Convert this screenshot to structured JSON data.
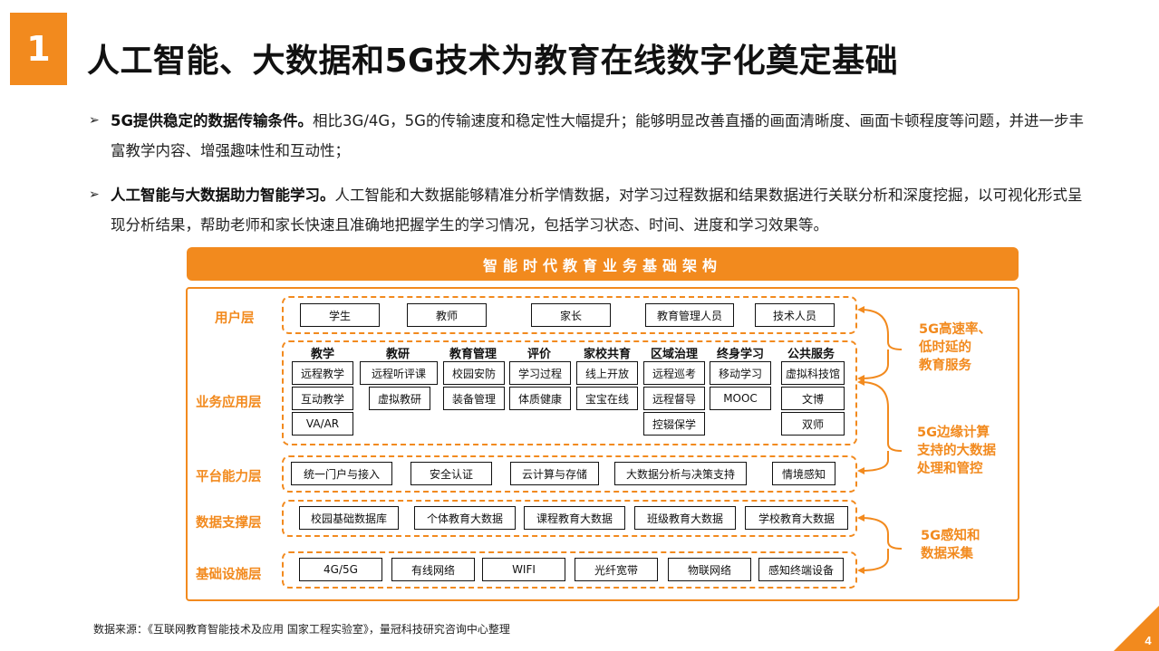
{
  "section_number": "1",
  "title": "人工智能、大数据和5G技术为教育在线数字化奠定基础",
  "bullets": [
    {
      "bold": "5G提供稳定的数据传输条件。",
      "text": "相比3G/4G，5G的传输速度和稳定性大幅提升；能够明显改善直播的画面清晰度、画面卡顿程度等问题，并进一步丰富教学内容、增强趣味性和互动性；"
    },
    {
      "bold": "人工智能与大数据助力智能学习。",
      "text": "人工智能和大数据能够精准分析学情数据，对学习过程数据和结果数据进行关联分析和深度挖掘，以可视化形式呈现分析结果，帮助老师和家长快速且准确地把握学生的学习情况，包括学习状态、时间、进度和学习效果等。"
    }
  ],
  "architecture": {
    "header": "智能时代教育业务基础架构",
    "layers": {
      "user": {
        "label": "用户层",
        "items": [
          "学生",
          "教师",
          "家长",
          "教育管理人员",
          "技术人员"
        ]
      },
      "business": {
        "label": "业务应用层",
        "columns": [
          {
            "head": "教学",
            "items": [
              "远程教学",
              "互动教学",
              "VA/AR"
            ]
          },
          {
            "head": "教研",
            "items": [
              "远程听评课",
              "虚拟教研"
            ]
          },
          {
            "head": "教育管理",
            "items": [
              "校园安防",
              "装备管理"
            ]
          },
          {
            "head": "评价",
            "items": [
              "学习过程",
              "体质健康"
            ]
          },
          {
            "head": "家校共育",
            "items": [
              "线上开放",
              "宝宝在线"
            ]
          },
          {
            "head": "区域治理",
            "items": [
              "远程巡考",
              "远程督导",
              "控辍保学"
            ]
          },
          {
            "head": "终身学习",
            "items": [
              "移动学习",
              "MOOC"
            ]
          },
          {
            "head": "公共服务",
            "items": [
              "虚拟科技馆",
              "文博",
              "双师"
            ]
          }
        ]
      },
      "platform": {
        "label": "平台能力层",
        "items": [
          "统一门户与接入",
          "安全认证",
          "云计算与存储",
          "大数据分析与决策支持",
          "情境感知"
        ]
      },
      "data": {
        "label": "数据支撑层",
        "items": [
          "校园基础数据库",
          "个体教育大数据",
          "课程教育大数据",
          "班级教育大数据",
          "学校教育大数据"
        ]
      },
      "infra": {
        "label": "基础设施层",
        "items": [
          "4G/5G",
          "有线网络",
          "WIFI",
          "光纤宽带",
          "物联网络",
          "感知终端设备"
        ]
      }
    },
    "side_notes": [
      {
        "lines": [
          "5G高速率、",
          "低时延的",
          "教育服务"
        ]
      },
      {
        "lines": [
          "5G边缘计算",
          "支持的大数据",
          "处理和管控"
        ]
      },
      {
        "lines": [
          "5G感知和",
          "数据采集"
        ]
      }
    ]
  },
  "source": "数据来源：《互联网教育智能技术及应用 国家工程实验室》，量冠科技研究咨询中心整理",
  "page_number": "4",
  "colors": {
    "accent": "#F28A1E"
  }
}
